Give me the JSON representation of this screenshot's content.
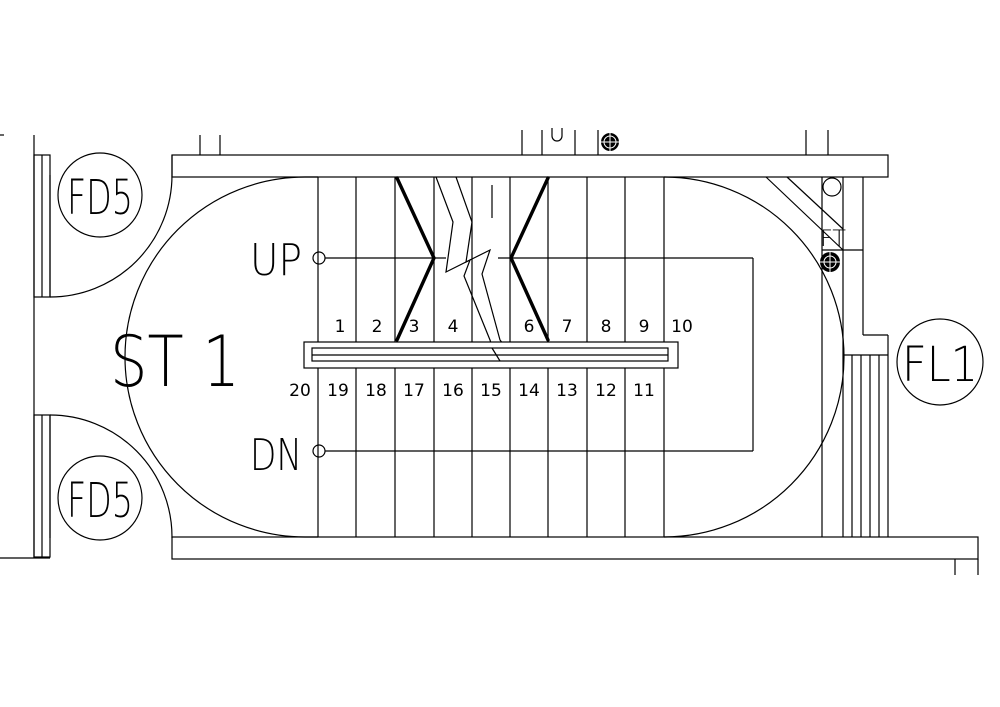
{
  "labels": {
    "door_tag_top": "FD5",
    "door_tag_bottom": "FD5",
    "stair_name": "ST 1",
    "up": "UP",
    "down": "DN",
    "floor_tag": "FL1",
    "fire_tag": "FT"
  },
  "upper_flight_treads": [
    "1",
    "2",
    "3",
    "4",
    "",
    "6",
    "7",
    "8",
    "9",
    "10"
  ],
  "lower_flight_treads": [
    "20",
    "19",
    "18",
    "17",
    "16",
    "15",
    "14",
    "13",
    "12",
    "11"
  ]
}
